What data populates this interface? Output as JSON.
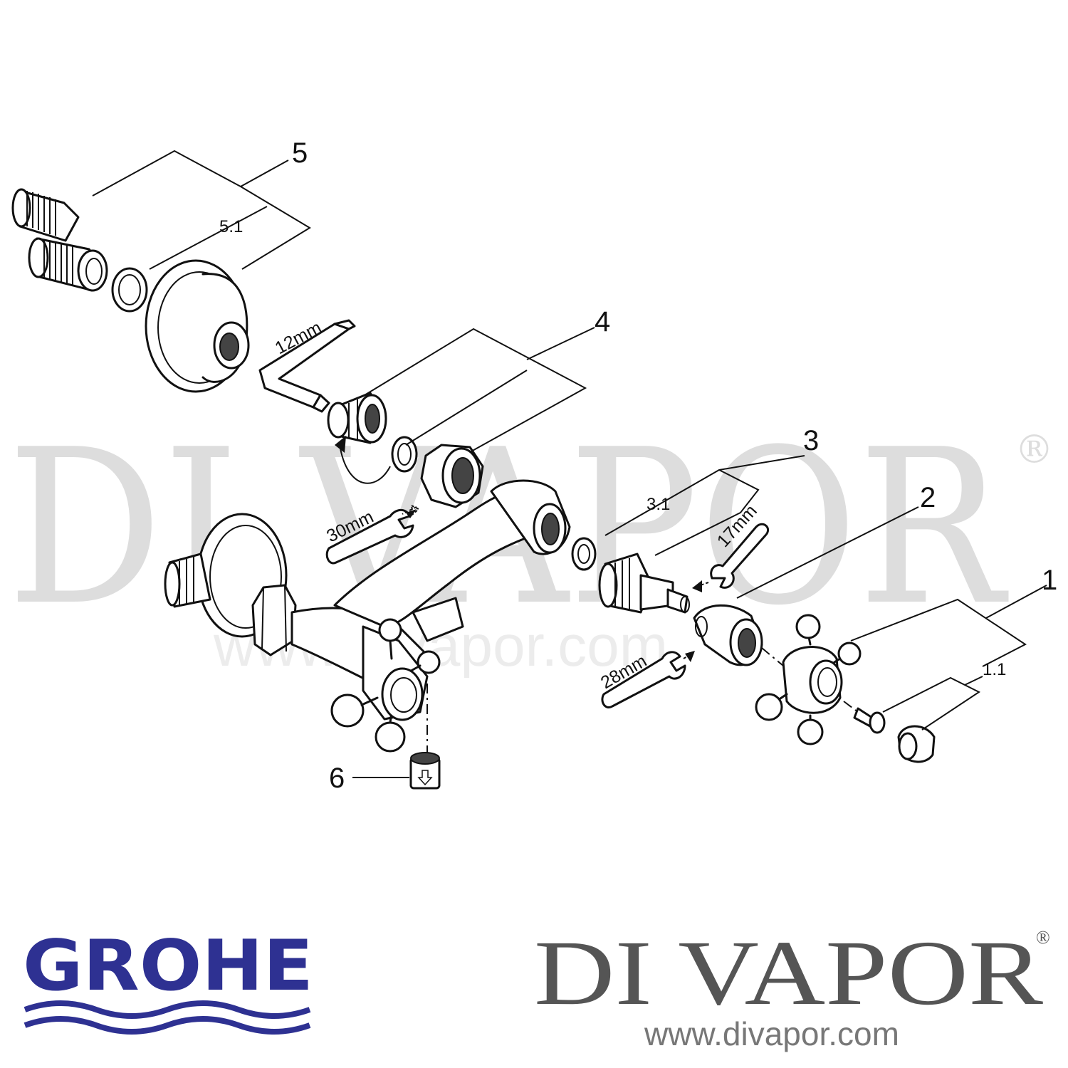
{
  "watermark": {
    "brand": "DI VAPOR",
    "registered": "®",
    "url": "www.divapor.com"
  },
  "callouts": [
    "1",
    "1.1",
    "2",
    "3",
    "3.1",
    "4",
    "5",
    "5.1",
    "6"
  ],
  "tools": [
    "12mm",
    "30mm",
    "17mm",
    "28mm"
  ],
  "footer": {
    "grohe_logo": "GROHE",
    "divapor_logo": "DI VAPOR",
    "divapor_registered": "®",
    "divapor_url": "www.divapor.com"
  },
  "colors": {
    "grohe_blue": "#2e3192",
    "divapor_grey": "#555555",
    "line": "#111111"
  }
}
